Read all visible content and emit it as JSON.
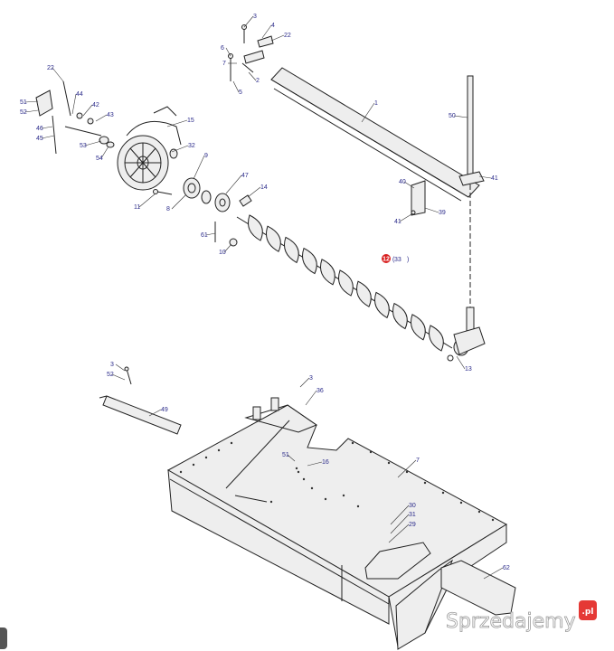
{
  "callouts": [
    {
      "id": "c3a",
      "text": "3"
    },
    {
      "id": "c4",
      "text": "4"
    },
    {
      "id": "c22a",
      "text": "22"
    },
    {
      "id": "c6",
      "text": "6"
    },
    {
      "id": "c7a",
      "text": "7"
    },
    {
      "id": "c2",
      "text": "2"
    },
    {
      "id": "c5",
      "text": "5"
    },
    {
      "id": "c1",
      "text": "1"
    },
    {
      "id": "c50",
      "text": "50"
    },
    {
      "id": "c22b",
      "text": "22"
    },
    {
      "id": "c51a",
      "text": "51"
    },
    {
      "id": "c52a",
      "text": "52"
    },
    {
      "id": "c44",
      "text": "44"
    },
    {
      "id": "c42",
      "text": "42"
    },
    {
      "id": "c43",
      "text": "43"
    },
    {
      "id": "c46",
      "text": "46"
    },
    {
      "id": "c45",
      "text": "45"
    },
    {
      "id": "c53",
      "text": "53"
    },
    {
      "id": "c54",
      "text": "54"
    },
    {
      "id": "c15",
      "text": "15"
    },
    {
      "id": "c32",
      "text": "32"
    },
    {
      "id": "c9",
      "text": "9"
    },
    {
      "id": "c47",
      "text": "47"
    },
    {
      "id": "c14",
      "text": "14"
    },
    {
      "id": "c11",
      "text": "11"
    },
    {
      "id": "c8",
      "text": "8"
    },
    {
      "id": "c61",
      "text": "61"
    },
    {
      "id": "c10",
      "text": "10"
    },
    {
      "id": "c40",
      "text": "40"
    },
    {
      "id": "c41a",
      "text": "41"
    },
    {
      "id": "c41b",
      "text": "41"
    },
    {
      "id": "c39",
      "text": "39"
    },
    {
      "id": "c33",
      "text": "33"
    },
    {
      "id": "c13",
      "text": "13"
    },
    {
      "id": "c3b",
      "text": "3"
    },
    {
      "id": "c52b",
      "text": "52"
    },
    {
      "id": "c49",
      "text": "49"
    },
    {
      "id": "c3c",
      "text": "3"
    },
    {
      "id": "c36",
      "text": "36"
    },
    {
      "id": "c51b",
      "text": "51"
    },
    {
      "id": "c16",
      "text": "16"
    },
    {
      "id": "c7b",
      "text": "7"
    },
    {
      "id": "c30",
      "text": "30"
    },
    {
      "id": "c31",
      "text": "31"
    },
    {
      "id": "c29",
      "text": "29"
    },
    {
      "id": "c62",
      "text": "62"
    }
  ],
  "highlight_callout": {
    "text": "12",
    "bracket_open": "(",
    "bracket_close": ")"
  },
  "watermark": {
    "text": "Sprzedajemy",
    "badge": ".pl"
  },
  "colors": {
    "label": "#2a2a8a",
    "highlight": "#d81e1e",
    "line": "#222222"
  }
}
